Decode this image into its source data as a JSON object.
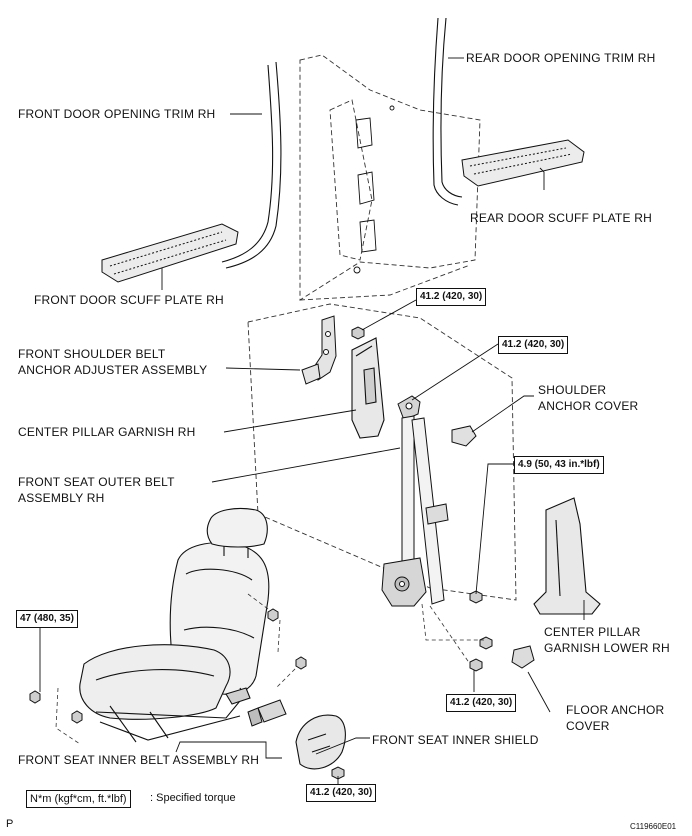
{
  "labels": {
    "front_door_opening_trim": "FRONT DOOR OPENING TRIM RH",
    "rear_door_opening_trim": "REAR DOOR OPENING TRIM RH",
    "rear_door_scuff_plate": "REAR DOOR SCUFF PLATE RH",
    "front_door_scuff_plate": "FRONT DOOR SCUFF PLATE RH",
    "front_shoulder_belt_line1": "FRONT SHOULDER BELT",
    "front_shoulder_belt_line2": "ANCHOR ADJUSTER ASSEMBLY",
    "shoulder_anchor_cover_line1": "SHOULDER",
    "shoulder_anchor_cover_line2": "ANCHOR COVER",
    "center_pillar_garnish": "CENTER PILLAR GARNISH RH",
    "outer_belt_line1": "FRONT SEAT OUTER BELT",
    "outer_belt_line2": "ASSEMBLY RH",
    "center_pillar_lower_line1": "CENTER PILLAR",
    "center_pillar_lower_line2": "GARNISH LOWER RH",
    "floor_anchor_cover_line1": "FLOOR ANCHOR",
    "floor_anchor_cover_line2": "COVER",
    "inner_shield": "FRONT SEAT INNER SHIELD",
    "inner_belt": "FRONT SEAT INNER BELT ASSEMBLY RH"
  },
  "torques": {
    "adjuster_bolt": "41.2 (420, 30)",
    "shoulder_anchor_bolt": "41.2 (420, 30)",
    "retractor_bolt": "4.9 (50, 43 in.*lbf)",
    "seat_bolt": "47 (480, 35)",
    "floor_anchor_bolt": "41.2 (420, 30)",
    "inner_belt_bolt": "41.2 (420, 30)"
  },
  "legend": {
    "unit_box": "N*m (kgf*cm, ft.*lbf)",
    "description": ": Specified torque"
  },
  "corner_marks": {
    "letter": "P",
    "figure_code": "C119660E01"
  },
  "colors": {
    "line": "#111111",
    "dash": "#333333",
    "fill_light": "#f1f1f1",
    "fill_mid": "#d8d8d8",
    "fill_dark": "#9a9a9a"
  }
}
